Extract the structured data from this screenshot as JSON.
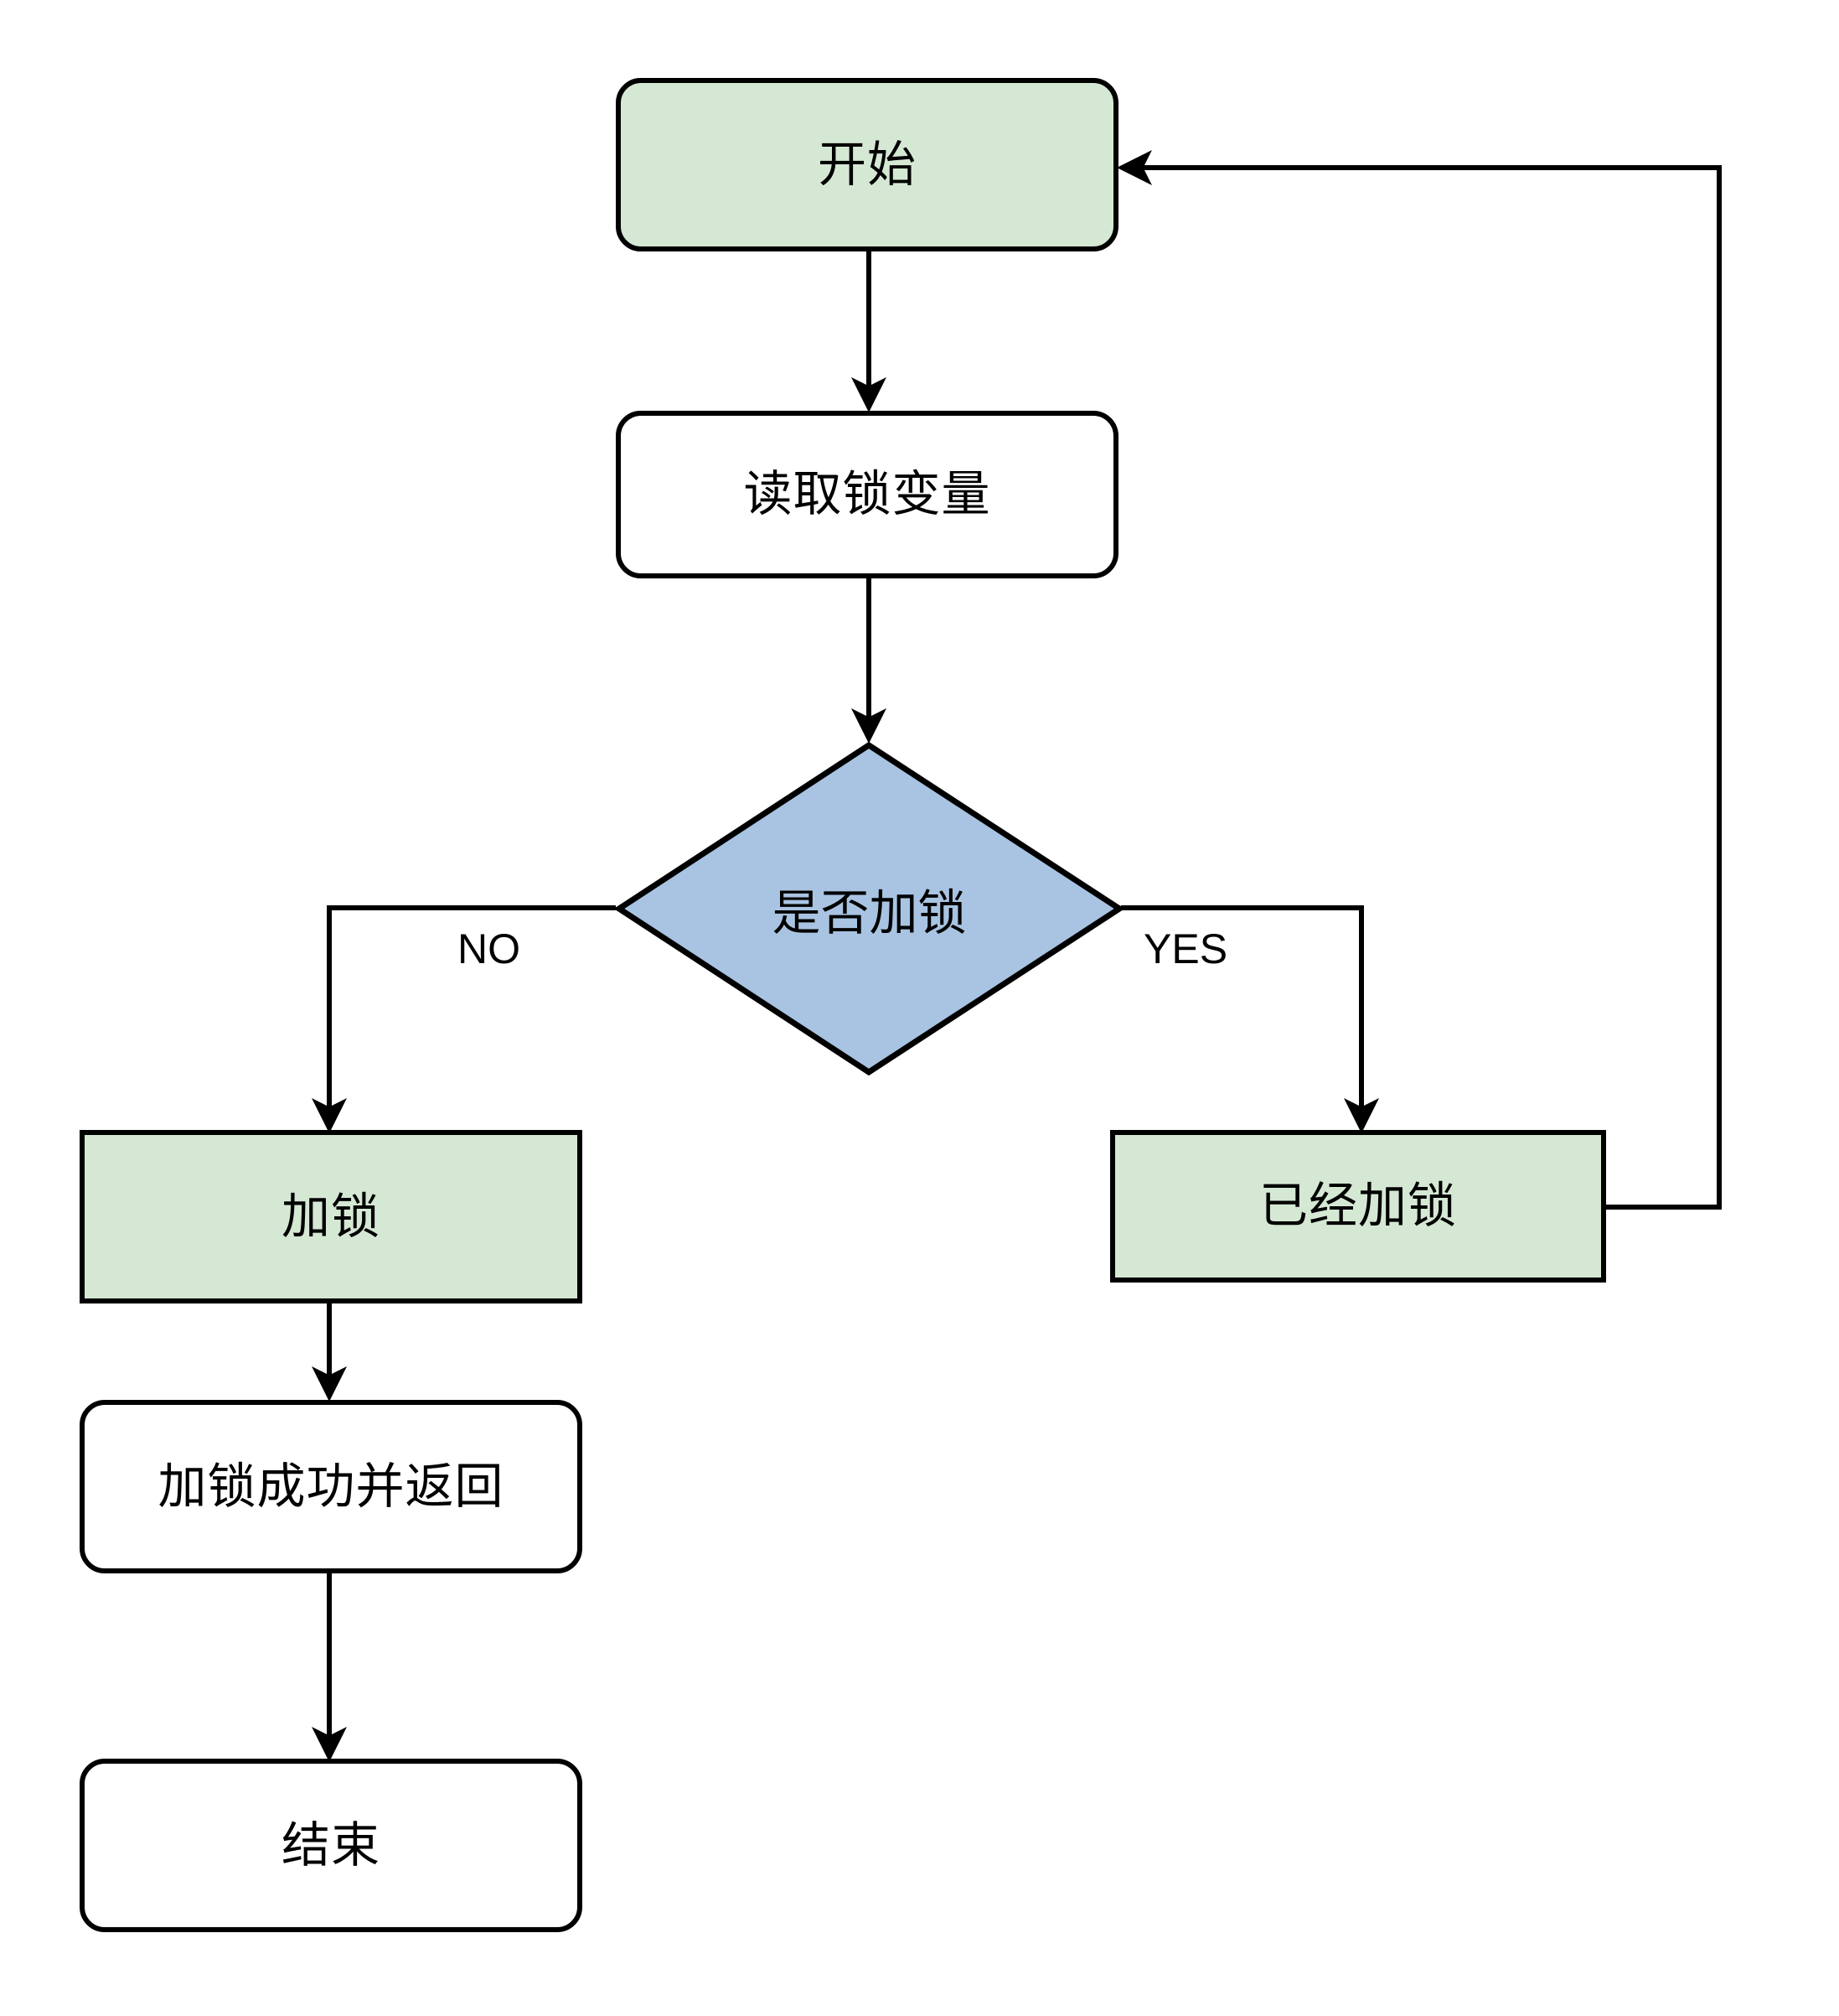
{
  "diagram": {
    "type": "flowchart",
    "title": "",
    "orientation": "top-to-bottom",
    "background_color": "#ffffff",
    "stroke_color": "#000000",
    "colors": {
      "terminator_fill": "#d5e8d4",
      "process_fill": "#ffffff",
      "decision_fill": "#a9c4e2",
      "stroke": "#000000",
      "text": "#000000"
    },
    "nodes": [
      {
        "id": "start",
        "label": "开始",
        "shape": "rounded-rectangle",
        "fill": "#d5e8d4"
      },
      {
        "id": "read-lock-var",
        "label": "读取锁变量",
        "shape": "rounded-rectangle",
        "fill": "#ffffff"
      },
      {
        "id": "is-locked",
        "label": "是否加锁",
        "shape": "diamond",
        "fill": "#a9c4e2"
      },
      {
        "id": "do-lock",
        "label": "加锁",
        "shape": "rectangle",
        "fill": "#d5e8d4"
      },
      {
        "id": "lock-success-return",
        "label": "加锁成功并返回",
        "shape": "rounded-rectangle",
        "fill": "#ffffff"
      },
      {
        "id": "end",
        "label": "结束",
        "shape": "rounded-rectangle",
        "fill": "#ffffff"
      },
      {
        "id": "already-locked",
        "label": "已经加锁",
        "shape": "rectangle",
        "fill": "#d5e8d4"
      }
    ],
    "edges": [
      {
        "from": "start",
        "to": "read-lock-var",
        "label": ""
      },
      {
        "from": "read-lock-var",
        "to": "is-locked",
        "label": ""
      },
      {
        "from": "is-locked",
        "to": "do-lock",
        "label": "NO"
      },
      {
        "from": "is-locked",
        "to": "already-locked",
        "label": "YES"
      },
      {
        "from": "do-lock",
        "to": "lock-success-return",
        "label": ""
      },
      {
        "from": "lock-success-return",
        "to": "end",
        "label": ""
      },
      {
        "from": "already-locked",
        "to": "start",
        "label": ""
      }
    ],
    "edge_labels": {
      "no": "NO",
      "yes": "YES"
    }
  }
}
